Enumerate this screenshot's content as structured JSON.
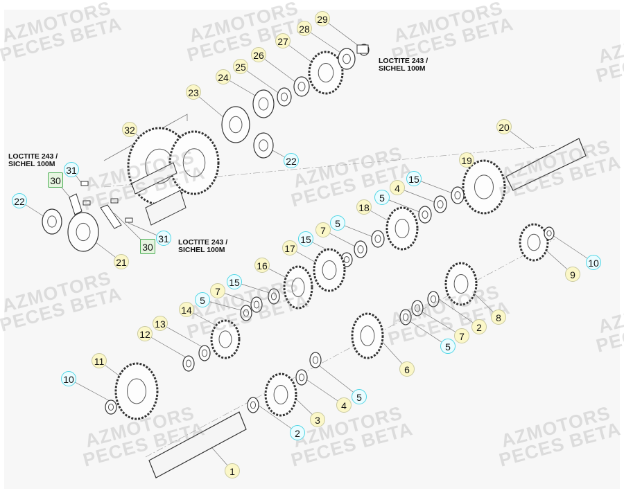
{
  "watermark": {
    "line1": "AZMOTORS",
    "line2": "PECES BETA"
  },
  "notes": [
    {
      "line1": "LOCTITE 243 /",
      "line2": "SICHEL 100M"
    },
    {
      "line1": "LOCTITE 243 /",
      "line2": "SICHEL 100M"
    },
    {
      "line1": "LOCTITE 243 /",
      "line2": "SICHEL 100M"
    }
  ],
  "colors": {
    "standard_callout": "#fbf7c8",
    "cyan_callout": "#4fd6e6",
    "green_callout": "#4cae56"
  },
  "callouts": [
    {
      "n": "29",
      "style": "y"
    },
    {
      "n": "28",
      "style": "y"
    },
    {
      "n": "27",
      "style": "y"
    },
    {
      "n": "26",
      "style": "y"
    },
    {
      "n": "25",
      "style": "y"
    },
    {
      "n": "24",
      "style": "y"
    },
    {
      "n": "23",
      "style": "y"
    },
    {
      "n": "32",
      "style": "y"
    },
    {
      "n": "22",
      "style": "c"
    },
    {
      "n": "31",
      "style": "c"
    },
    {
      "n": "30",
      "style": "g"
    },
    {
      "n": "22",
      "style": "c"
    },
    {
      "n": "31",
      "style": "c"
    },
    {
      "n": "30",
      "style": "g"
    },
    {
      "n": "21",
      "style": "y"
    },
    {
      "n": "20",
      "style": "y"
    },
    {
      "n": "19",
      "style": "y"
    },
    {
      "n": "15",
      "style": "c"
    },
    {
      "n": "4",
      "style": "y"
    },
    {
      "n": "5",
      "style": "c"
    },
    {
      "n": "18",
      "style": "y"
    },
    {
      "n": "5",
      "style": "c"
    },
    {
      "n": "7",
      "style": "y"
    },
    {
      "n": "15",
      "style": "c"
    },
    {
      "n": "17",
      "style": "y"
    },
    {
      "n": "16",
      "style": "y"
    },
    {
      "n": "15",
      "style": "c"
    },
    {
      "n": "7",
      "style": "y"
    },
    {
      "n": "5",
      "style": "c"
    },
    {
      "n": "14",
      "style": "y"
    },
    {
      "n": "13",
      "style": "y"
    },
    {
      "n": "12",
      "style": "y"
    },
    {
      "n": "11",
      "style": "y"
    },
    {
      "n": "10",
      "style": "c"
    },
    {
      "n": "9",
      "style": "y"
    },
    {
      "n": "10",
      "style": "c"
    },
    {
      "n": "8",
      "style": "y"
    },
    {
      "n": "2",
      "style": "y"
    },
    {
      "n": "7",
      "style": "y"
    },
    {
      "n": "5",
      "style": "c"
    },
    {
      "n": "6",
      "style": "y"
    },
    {
      "n": "5",
      "style": "c"
    },
    {
      "n": "4",
      "style": "y"
    },
    {
      "n": "3",
      "style": "y"
    },
    {
      "n": "2",
      "style": "c"
    },
    {
      "n": "1",
      "style": "y"
    }
  ]
}
